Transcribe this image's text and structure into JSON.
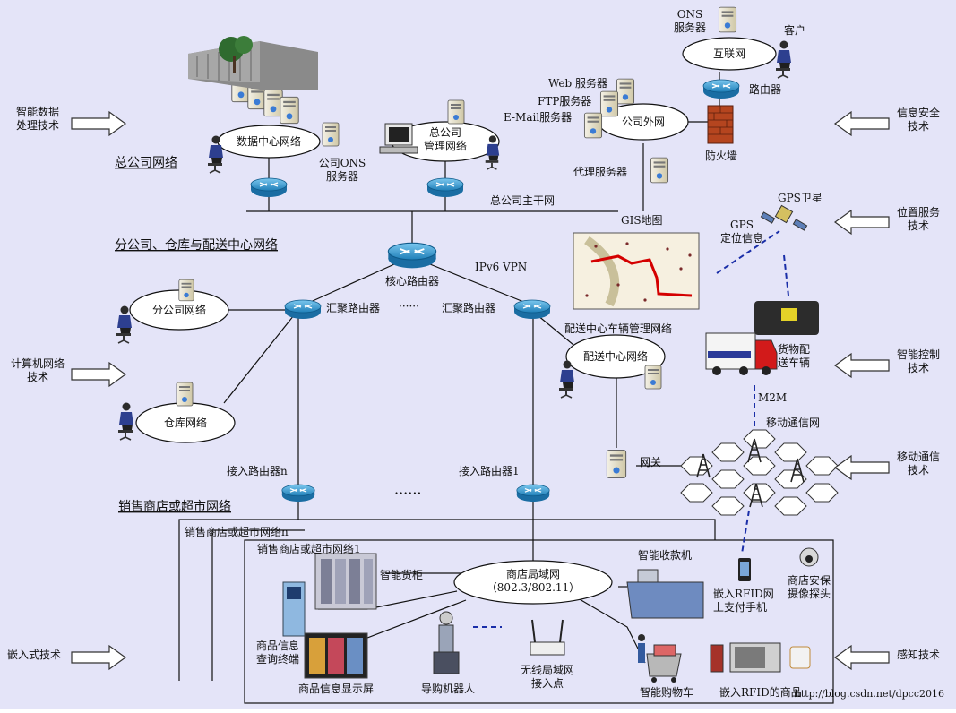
{
  "diagram": {
    "background": "#e4e4f8",
    "line_color": "#111111",
    "router_color": "#2a8fc9",
    "wireless_color": "#1a2ea8",
    "section_titles": {
      "hq": "总公司网络",
      "branch": "分公司、仓库与配送中心网络",
      "retail": "销售商店或超市网络"
    },
    "nodes": {
      "data_center": "数据中心网络",
      "hq_mgmt": "总公司\n管理网络",
      "company_ext": "公司外网",
      "internet": "互联网",
      "branch_net": "分公司网络",
      "warehouse_net": "仓库网络",
      "delivery_net": "配送中心网络",
      "store_lan": "商店局域网\n（802.3/802.11）"
    },
    "labels": {
      "ons_top": "ONS\n服务器",
      "customer": "客户",
      "router": "路由器",
      "web_server": "Web 服务器",
      "ftp_server": "FTP服务器",
      "email_server": "E-Mail服务器",
      "firewall": "防火墙",
      "proxy_server": "代理服务器",
      "company_ons": "公司ONS\n服务器",
      "backbone": "总公司主干网",
      "gis_map": "GIS地图",
      "gps_satellite": "GPS卫星",
      "gps_info": "GPS\n定位信息",
      "core_router": "核心路由器",
      "ipv6_vpn": "IPv6  VPN",
      "agg_router_1": "汇聚路由器",
      "agg_router_2": "汇聚路由器",
      "ellipsis_small": "······",
      "delivery_vehicle_mgmt": "配送中心车辆管理网络",
      "cargo_vehicle": "货物配\n送车辆",
      "m2m": "M2M",
      "mobile_net": "移动通信网",
      "gateway": "网关",
      "access_router_n": "接入路由器n",
      "access_router_1": "接入路由器1",
      "ellipsis_big": "······",
      "store_n": "销售商店或超市网络n",
      "store_1": "销售商店或超市网络1",
      "smart_cabinet": "智能货柜",
      "smart_checkout": "智能收款机",
      "store_camera": "商店安保\n摄像探头",
      "rfid_phone": "嵌入RFID网\n上支付手机",
      "info_terminal": "商品信息\n查询终端",
      "info_display": "商品信息显示屏",
      "guide_robot": "导购机器人",
      "wlan_ap": "无线局域网\n接入点",
      "smart_cart": "智能购物车",
      "rfid_goods": "嵌入RFID的商品",
      "watermark": "http://blog.csdn.net/dpcc2016"
    },
    "technologies": {
      "smart_data": "智能数据\n处理技术",
      "info_security": "信息安全\n技术",
      "location_service": "位置服务\n技术",
      "computer_network": "计算机网络\n技术",
      "smart_control": "智能控制\n技术",
      "mobile_comm": "移动通信\n技术",
      "embedded": "嵌入式技术",
      "sensing": "感知技术"
    }
  }
}
